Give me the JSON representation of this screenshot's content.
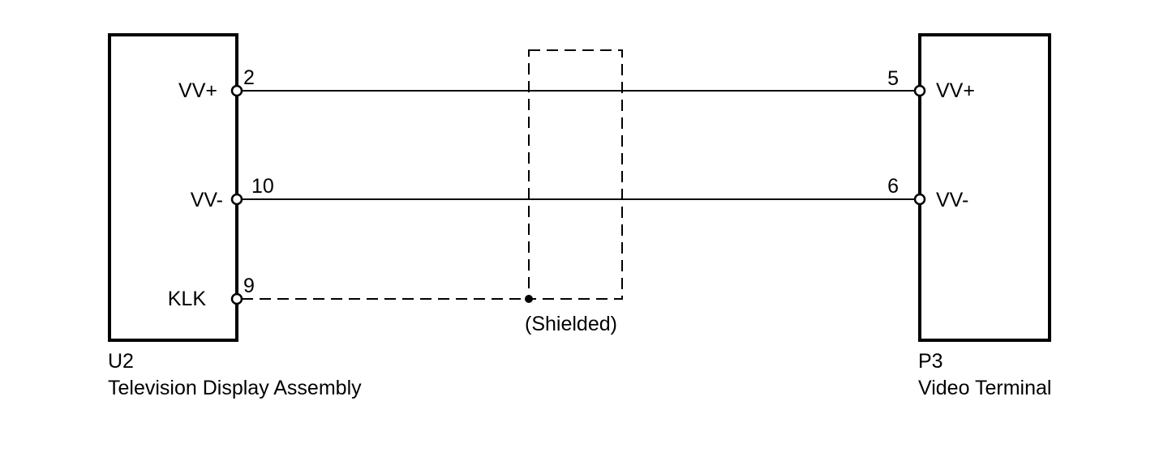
{
  "left_component": {
    "id": "U2",
    "name": "Television Display Assembly",
    "pins": [
      {
        "signal": "VV+",
        "number": "2"
      },
      {
        "signal": "VV-",
        "number": "10"
      },
      {
        "signal": "KLK",
        "number": "9"
      }
    ]
  },
  "right_component": {
    "id": "P3",
    "name": "Video Terminal",
    "pins": [
      {
        "signal": "VV+",
        "number": "5"
      },
      {
        "signal": "VV-",
        "number": "6"
      }
    ]
  },
  "shield": {
    "label": "(Shielded)"
  }
}
